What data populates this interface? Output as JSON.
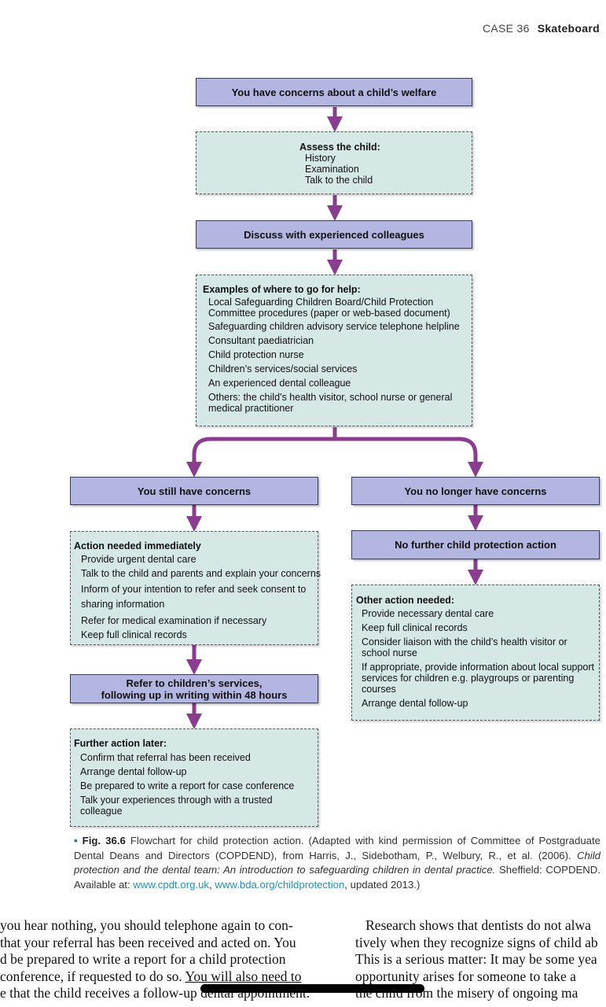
{
  "header": {
    "case": "CASE 36",
    "title": "Skateboard"
  },
  "flowchart": {
    "start": "You have concerns about a child’s welfare",
    "assess": {
      "heading": "Assess the child:",
      "items": [
        "History",
        "Examination",
        "Talk to the child"
      ]
    },
    "discuss": "Discuss with experienced colleagues",
    "help": {
      "heading": "Examples of where to go for help:",
      "items": [
        "Local Safeguarding Children Board/Child Protection Committee procedures (paper or web-based document)",
        "Safeguarding children advisory service telephone helpline",
        "Consultant paediatrician",
        "Child protection nurse",
        "Children’s services/social services",
        "An experienced dental colleague",
        "Others: the child’s health visitor, school nurse or general medical practitioner"
      ]
    },
    "still_concerns": "You still have concerns",
    "no_longer_concerns": "You no longer have concerns",
    "action_immediate": {
      "heading": "Action needed immediately",
      "items": [
        "Provide urgent dental care",
        "Talk to the child and parents and explain your concerns",
        "Inform of your intention to refer and seek consent to sharing information",
        "Refer for medical examination if necessary",
        "Keep full clinical records"
      ]
    },
    "refer": {
      "line1": "Refer to children’s services,",
      "line2": "following up in writing within 48 hours"
    },
    "further_action": {
      "heading": "Further action later:",
      "items": [
        "Confirm that referral has been received",
        "Arrange dental follow-up",
        "Be prepared to write a report for case conference",
        "Talk your experiences through with a trusted colleague"
      ]
    },
    "no_further": "No further child protection action",
    "other_action": {
      "heading": "Other action needed:",
      "items": [
        "Provide necessary dental care",
        "Keep full clinical records",
        "Consider liaison with the child’s health visitor or school nurse",
        "If appropriate, provide information about local support services for children e.g. playgroups or parenting courses",
        "Arrange dental follow-up"
      ]
    }
  },
  "caption": {
    "bullet": "•",
    "fig_label": "Fig. 36.6",
    "text1": " Flowchart for child protection action. (Adapted with kind permission of Committee of Postgraduate Dental Deans and Directors (COPDEND), from Harris, J., Sidebotham, P., Welbury, R., et al. (2006). ",
    "title_italic": "Child protection and the dental team: An introduction to safeguarding children in dental practice.",
    "text2": " Sheffield: COPDEND. Available at: ",
    "link1": "www.cpdt.org.uk",
    "sep": ", ",
    "link2": "www.bda.org/childprotection",
    "text3": ", updated 2013.)"
  },
  "body_left": [
    "you hear nothing, you should telephone again to con-",
    "that your referral has been received and acted on. You",
    "d be prepared to write a report for a child protection",
    "conference, if requested to do so. ",
    "You will also need to",
    "e that the child receives a follow-up dental appointment."
  ],
  "body_right": [
    "   Research shows that dentists do not alwa",
    "tively when they recognize signs of child ab",
    "This is a serious matter: It may be some yea",
    "opportunity arises for someone to take a",
    "the child from the misery of ongoing ma"
  ],
  "colors": {
    "solid_box": "#b4b6e2",
    "dashed_box": "#d5e8e5",
    "arrow": "#8a3d8f",
    "link": "#2a8fb3"
  }
}
